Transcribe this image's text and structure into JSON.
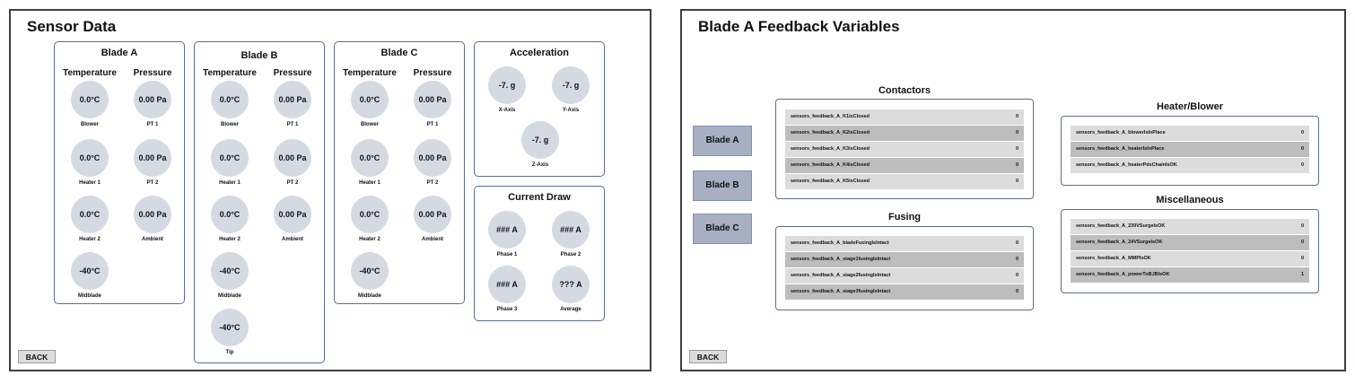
{
  "sensor_screen": {
    "title": "Sensor Data",
    "back_label": "BACK",
    "blades": [
      {
        "title": "Blade A",
        "temp_header": "Temperature",
        "pres_header": "Pressure",
        "temps": [
          {
            "value": "0.0°C",
            "label": "Blower"
          },
          {
            "value": "0.0°C",
            "label": "Heater 1"
          },
          {
            "value": "0.0°C",
            "label": "Heater 2"
          },
          {
            "value": "-40°C",
            "label": "Midblade"
          }
        ],
        "pressures": [
          {
            "value": "0.00 Pa",
            "label": "PT 1"
          },
          {
            "value": "0.00 Pa",
            "label": "PT 2"
          },
          {
            "value": "0.00 Pa",
            "label": "Ambient"
          }
        ]
      },
      {
        "title": "Blade B",
        "temp_header": "Temperature",
        "pres_header": "Pressure",
        "temps": [
          {
            "value": "0.0°C",
            "label": "Blower"
          },
          {
            "value": "0.0°C",
            "label": "Heater 1"
          },
          {
            "value": "0.0°C",
            "label": "Heater 2"
          },
          {
            "value": "-40°C",
            "label": "Midblade"
          },
          {
            "value": "-40°C",
            "label": "Tip"
          }
        ],
        "pressures": [
          {
            "value": "0.00 Pa",
            "label": "PT 1"
          },
          {
            "value": "0.00 Pa",
            "label": "PT 2"
          },
          {
            "value": "0.00 Pa",
            "label": "Ambient"
          }
        ]
      },
      {
        "title": "Blade C",
        "temp_header": "Temperature",
        "pres_header": "Pressure",
        "temps": [
          {
            "value": "0.0°C",
            "label": "Blower"
          },
          {
            "value": "0.0°C",
            "label": "Heater 1"
          },
          {
            "value": "0.0°C",
            "label": "Heater 2"
          },
          {
            "value": "-40°C",
            "label": "Midblade"
          }
        ],
        "pressures": [
          {
            "value": "0.00 Pa",
            "label": "PT 1"
          },
          {
            "value": "0.00 Pa",
            "label": "PT 2"
          },
          {
            "value": "0.00 Pa",
            "label": "Ambient"
          }
        ]
      }
    ],
    "acceleration": {
      "title": "Acceleration",
      "x": {
        "value": "-7. g",
        "label": "X-Axis"
      },
      "y": {
        "value": "-7. g",
        "label": "Y-Axis"
      },
      "z": {
        "value": "-7. g",
        "label": "Z-Axis"
      }
    },
    "current": {
      "title": "Current Draw",
      "phase1": {
        "value": "### A",
        "label": "Phase 1"
      },
      "phase2": {
        "value": "### A",
        "label": "Phase 2"
      },
      "phase3": {
        "value": "### A",
        "label": "Phase 3"
      },
      "average": {
        "value": "??? A",
        "label": "Average"
      }
    }
  },
  "feedback_screen": {
    "title": "Blade A Feedback Variables",
    "back_label": "BACK",
    "blade_buttons": [
      "Blade A",
      "Blade B",
      "Blade C"
    ],
    "contactors": {
      "title": "Contactors",
      "rows": [
        {
          "name": "sensors_feedback_A_K1isClosed",
          "value": "0"
        },
        {
          "name": "sensors_feedback_A_K2isClosed",
          "value": "0"
        },
        {
          "name": "sensors_feedback_A_K3isClosed",
          "value": "0"
        },
        {
          "name": "sensors_feedback_A_K4isClosed",
          "value": "0"
        },
        {
          "name": "sensors_feedback_A_K5isClosed",
          "value": "0"
        }
      ]
    },
    "fusing": {
      "title": "Fusing",
      "rows": [
        {
          "name": "sensors_feedback_A_bladeFusingIsIntact",
          "value": "0"
        },
        {
          "name": "sensors_feedback_A_stage1fusingIsIntact",
          "value": "0"
        },
        {
          "name": "sensors_feedback_A_stage2fusingIsIntact",
          "value": "0"
        },
        {
          "name": "sensors_feedback_A_stage3fusingIsIntact",
          "value": "0"
        }
      ]
    },
    "heater_blower": {
      "title": "Heater/Blower",
      "rows": [
        {
          "name": "sensors_feedback_A_blowerIsInPlace",
          "value": "0"
        },
        {
          "name": "sensors_feedback_A_heaterIsInPlace",
          "value": "0"
        },
        {
          "name": "sensors_feedback_A_heaterPdsChainIsOK",
          "value": "0"
        }
      ]
    },
    "miscellaneous": {
      "title": "Miscellaneous",
      "rows": [
        {
          "name": "sensors_feedback_A_230VSurgeIsOK",
          "value": "0"
        },
        {
          "name": "sensors_feedback_A_24VSurgeIsOK",
          "value": "0"
        },
        {
          "name": "sensors_feedback_A_MMPIsOK",
          "value": "0"
        },
        {
          "name": "sensors_feedback_A_powerToBJBIsOK",
          "value": "1"
        }
      ]
    }
  }
}
